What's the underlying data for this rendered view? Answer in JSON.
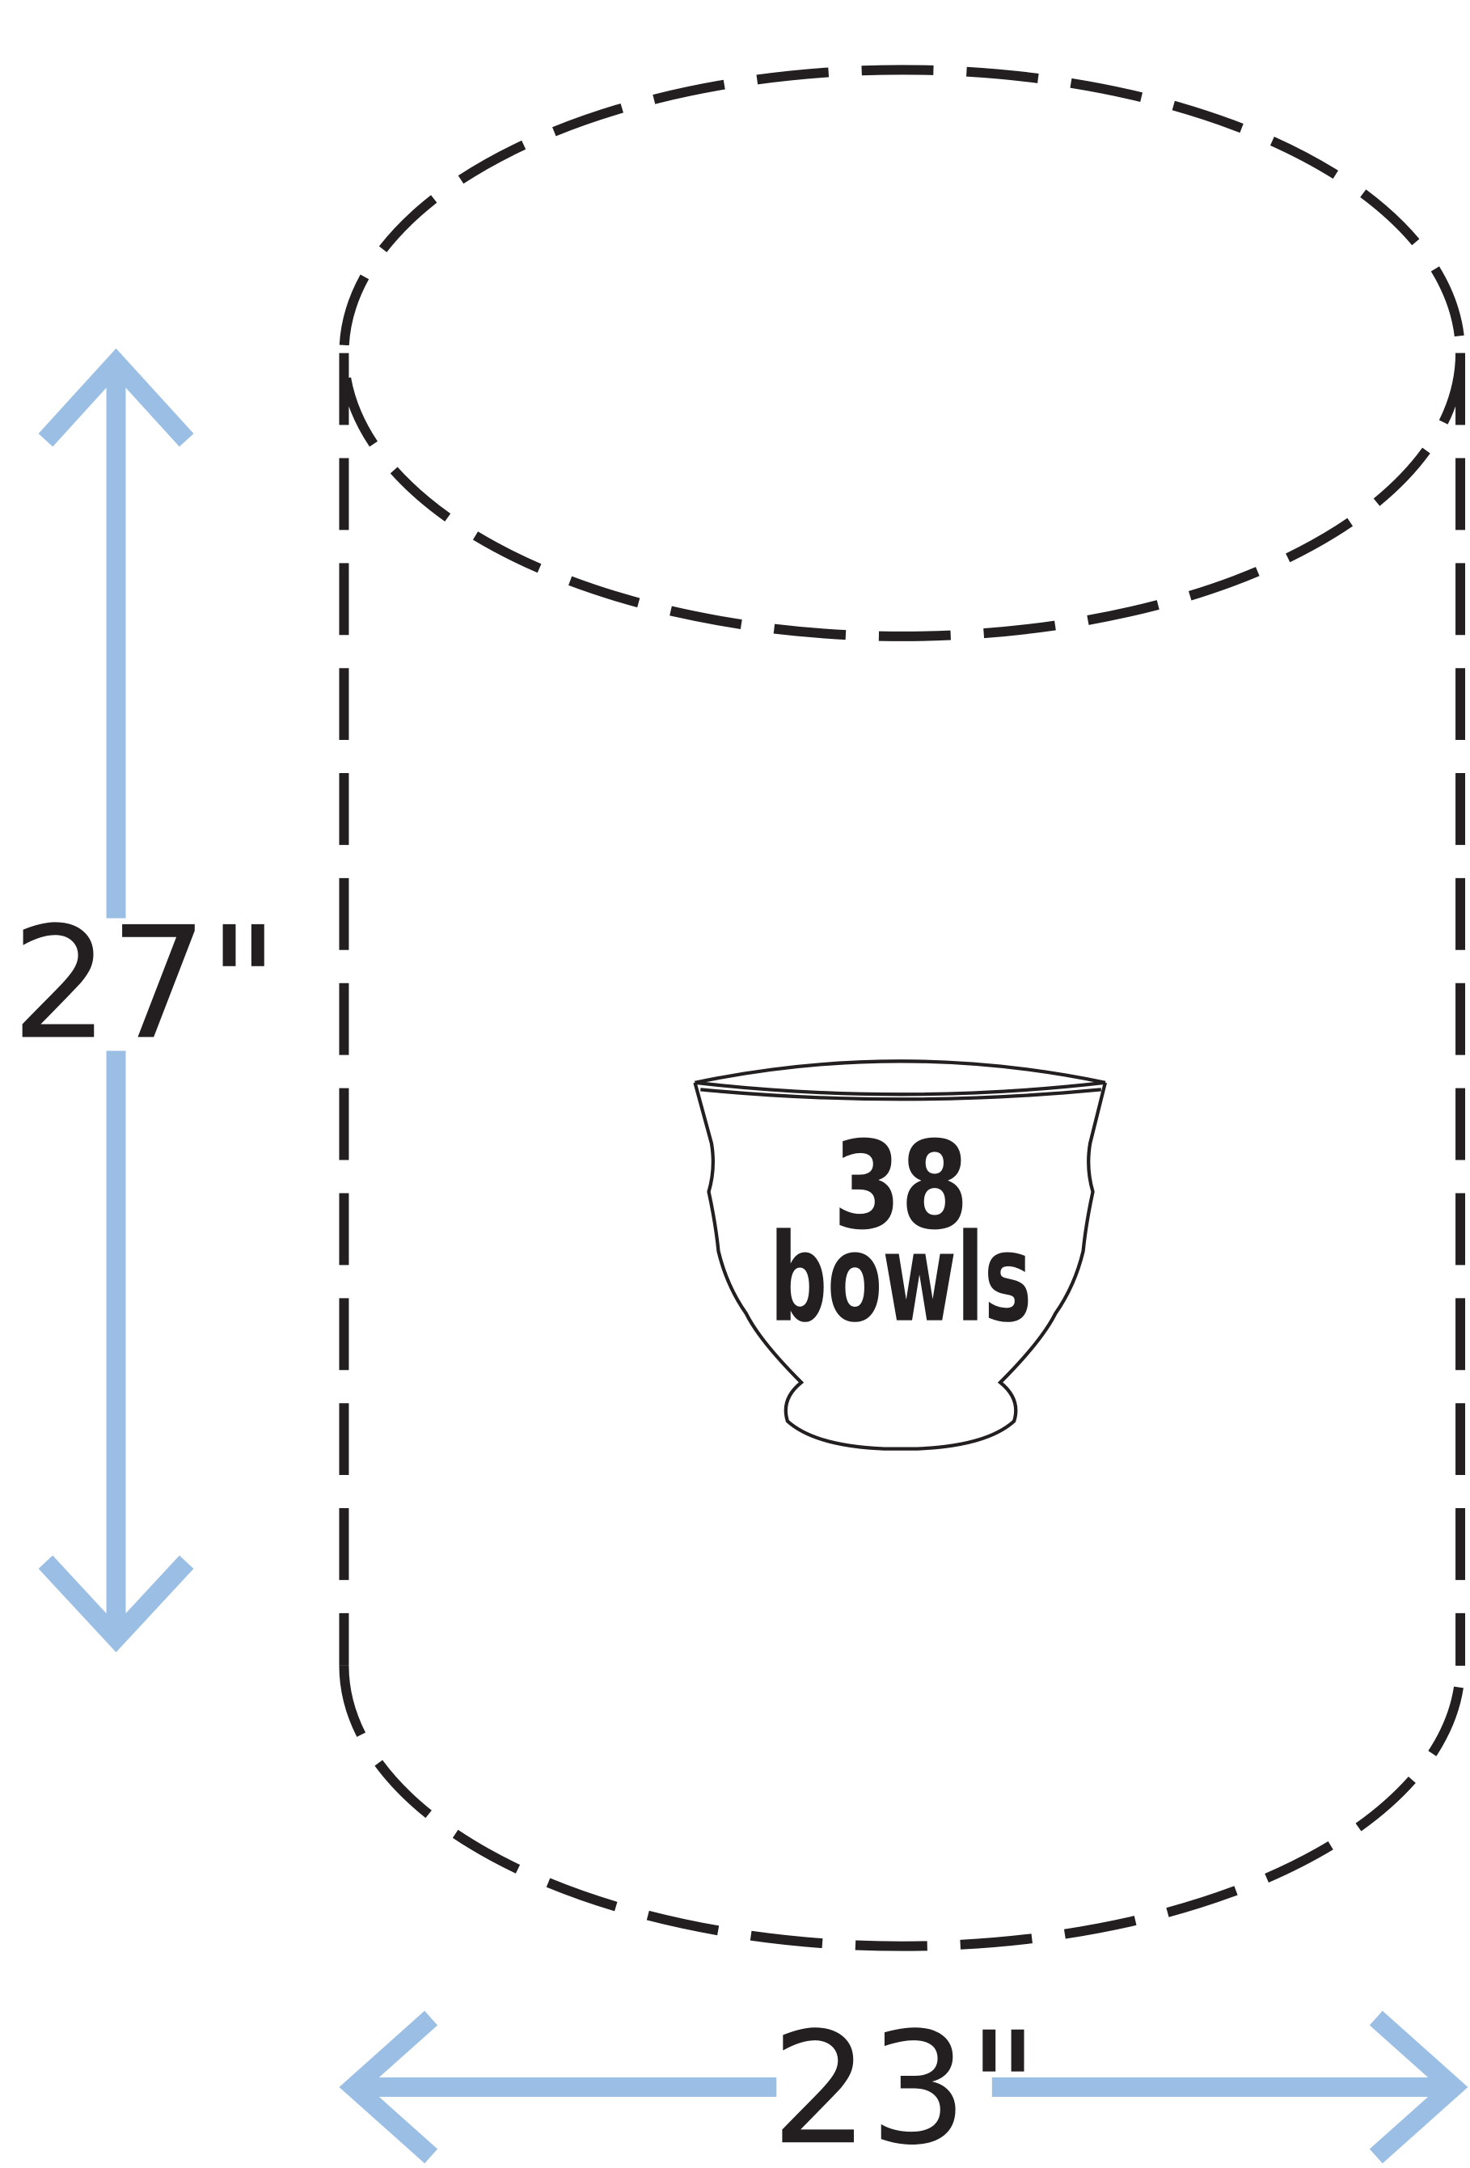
{
  "diagram": {
    "height_label": "27\"",
    "width_label": "23\"",
    "bowl_count": "38",
    "bowl_unit": "bowls"
  },
  "colors": {
    "dimension_arrow": "#9bbfe4",
    "outline": "#231f20"
  }
}
